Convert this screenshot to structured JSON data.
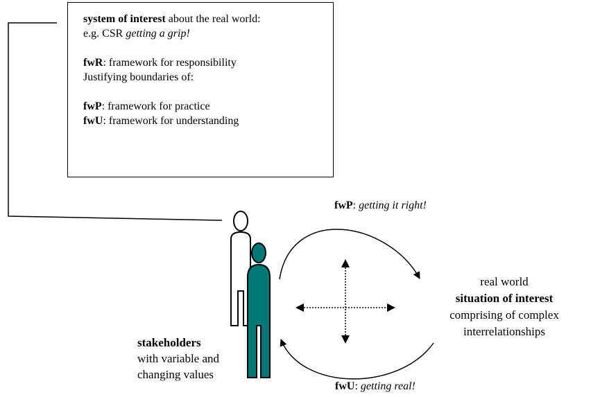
{
  "system_box": {
    "line1_bold": "system of interest",
    "line1_rest": " about the real world:",
    "line2_plain": "e.g. CSR ",
    "line2_italic": "getting a grip!",
    "fwr_bold": "fwR",
    "fwr_rest": ": framework for responsibility",
    "justifying": "Justifying boundaries of:",
    "fwp_bold": "fwP",
    "fwp_rest": ": framework for practice",
    "fwu_bold": "fwU",
    "fwu_rest": ": framework for understanding"
  },
  "top_arrow_label": {
    "bold": "fwP",
    "sep": ": ",
    "italic": "getting it right!"
  },
  "bottom_arrow_label": {
    "bold": "fwU",
    "sep": ": ",
    "italic": "getting real!"
  },
  "situation": {
    "line1": "real world",
    "line2_bold": "situation of interest",
    "line3": "comprising of complex",
    "line4": "interrelationships"
  },
  "stakeholders": {
    "bold": "stakeholders",
    "line2": "with variable and",
    "line3": "changing values"
  },
  "colors": {
    "figure_front": "#007878",
    "line": "#000000"
  }
}
